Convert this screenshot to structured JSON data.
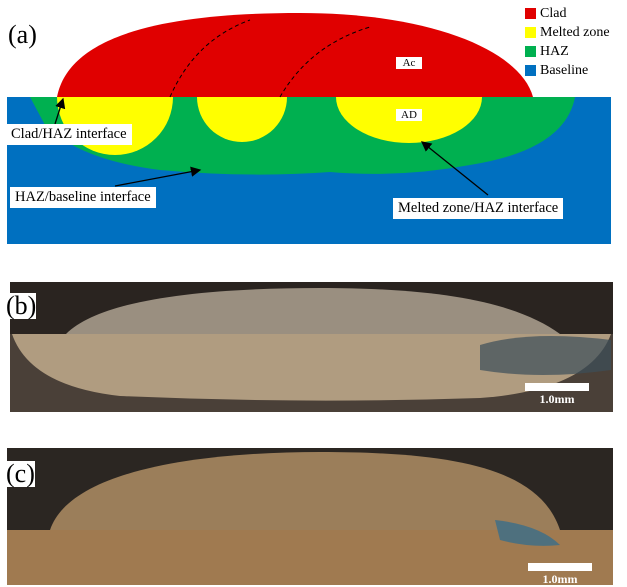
{
  "panels": {
    "a": "(a)",
    "b": "(b)",
    "c": "(c)"
  },
  "legend": [
    {
      "label": "Clad",
      "color": "#e00000"
    },
    {
      "label": "Melted zone",
      "color": "#ffff00"
    },
    {
      "label": "HAZ",
      "color": "#00b050"
    },
    {
      "label": "Baseline",
      "color": "#0070c0"
    }
  ],
  "zone_labels": {
    "ac": "Ac",
    "ad": "AD"
  },
  "annotations": {
    "clad_haz": "Clad/HAZ interface",
    "haz_baseline": "HAZ/baseline interface",
    "melted_haz": "Melted zone/HAZ interface"
  },
  "scalebars": {
    "b": "1.0mm",
    "c": "1.0mm"
  }
}
